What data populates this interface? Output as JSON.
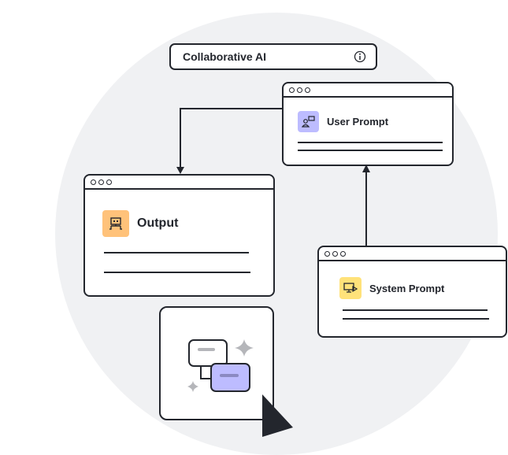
{
  "title": "Collaborative AI",
  "windows": {
    "user": "User Prompt",
    "output": "Output",
    "system": "System Prompt"
  },
  "colors": {
    "user_icon": "#bdbcff",
    "output_icon": "#ffc27a",
    "system_icon": "#ffe27a",
    "background_circle": "#f0f1f3"
  }
}
